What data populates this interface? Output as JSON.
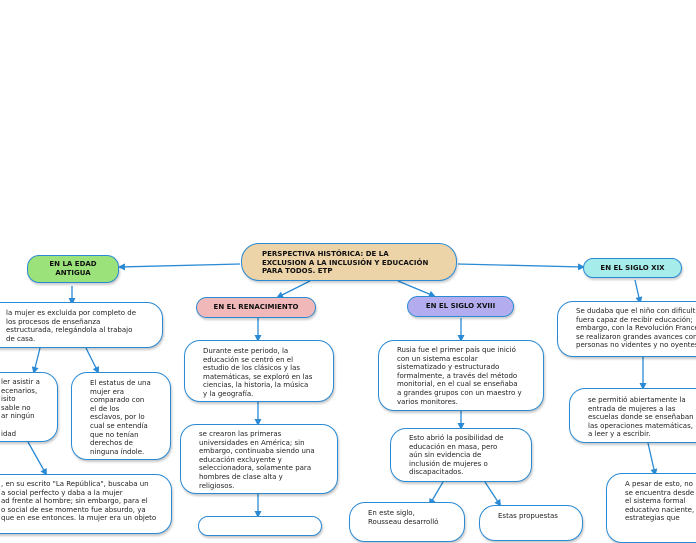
{
  "root": {
    "title": "PERSPECTIVA HISTÓRICA: DE LA\nEXCLUSION A LA INCLUSIÓN Y EDUCACIÓN\nPARA TODOS. ETP",
    "color": "#ecd3a8"
  },
  "colors": {
    "line": "#2a8ad4",
    "node_border": "#2a8ad4"
  },
  "branches": {
    "edad_antigua": {
      "label": "EN LA EDAD\nANTIGUA",
      "color": "#9be27b",
      "n1": "la mujer es excluida por completo de\nlos procesos de enseñanza\nestructurada, relegándola al trabajo\nde casa.",
      "n2": "ler asistir a\necenarios,\nisito\nsable no\nar ningún\n\nidad",
      "n3": "El estatus de una\nmujer era\ncomparado con\nel de los\nesclavos, por lo\ncual se entendía\nque no tenían\nderechos de\nninguna índole.",
      "n4": ", en su escrito \"La República\", buscaba un\na social perfecto y daba a la mujer\nad frente al hombre; sin embargo, para el\no social de ese momento fue absurdo, ya\nque en ese entonces. la mujer era un objeto"
    },
    "renacimiento": {
      "label": "EN EL RENACIMIENTO",
      "color": "#f0b8b8",
      "n1": "Durante este periodo, la\neducación se centró en el\nestudio de los clásicos y las\nmatemáticas, se exploró en las\nciencias, la historia, la música\ny la geografía.",
      "n2": "se crearon las primeras\nuniversidades en América; sin\nembargo, continuaba siendo una\neducación excluyente y\nseleccionadora, solamente para\nhombres de clase alta y\nreligiosos."
    },
    "siglo_xviii": {
      "label": "EN EL SIGLO XVIII",
      "color": "#b3adf0",
      "n1": "Rusia fue el primer país que inició\ncon un sistema escolar\nsistematizado y estructurado\nformalmente, a través del método\nmonitorial, en el cual se enseñaba\na grandes grupos con un maestro y\nvarios monitores.",
      "n2": "Esto abrió la posibilidad de\neducación en masa, pero\naún sin evidencia de\ninclusión de mujeres o\ndiscapacitados.",
      "n3": "En este siglo,\nRousseau desarrolló",
      "n4": "Estas propuestas"
    },
    "siglo_xix": {
      "label": "EN EL SIGLO XIX",
      "color": "#a6ecea",
      "n1": "Se dudaba que el niño con dificult\nfuera capaz de recibir educación;\nembargo, con la Revolución France\nse realizaron grandes avances con\npersonas no videntes y no oyentes",
      "n2": "se permitió abiertamente la\nentrada de mujeres a las\nescuelas donde se enseñaban\nlas operaciones matemáticas,\na leer y a escribir.",
      "n3": "A pesar de esto, no\nse encuentra desde\nel sistema formal\neducativo naciente,\nestrategias que"
    }
  }
}
